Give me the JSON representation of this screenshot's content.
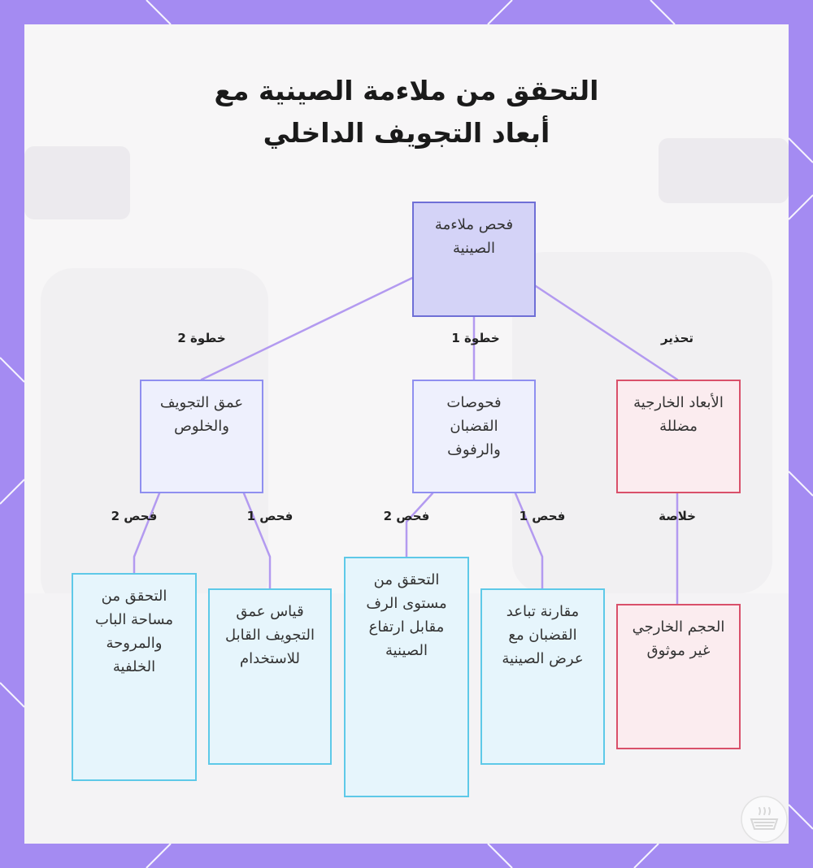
{
  "title": {
    "line1": "التحقق من ملاءمة الصينية مع",
    "line2": "أبعاد التجويف الداخلي"
  },
  "colors": {
    "frame": "#a48bf2",
    "root_fill": "#d4d3f7",
    "root_border": "#6f6fd6",
    "step_fill": "#eef0fd",
    "step_border": "#8f8ff0",
    "leaf_fill": "#e6f5fc",
    "leaf_border": "#5ec9e8",
    "warn_fill": "#fbecef",
    "warn_border": "#d9506a",
    "edge": "#b39af0"
  },
  "nodes": {
    "root": "فحص ملاءمة الصينية",
    "depth": "عمق التجويف والخلوص",
    "rails": "فحوصات القضبان والرفوف",
    "dims": "الأبعاد الخارجية مضللة",
    "door_fan": "التحقق من مساحة الباب والمروحة الخلفية",
    "usable_depth": "قياس عمق التجويف القابل للاستخدام",
    "shelf_level": "التحقق من مستوى الرف مقابل ارتفاع الصينية",
    "rail_spacing": "مقارنة تباعد القضبان مع عرض الصينية",
    "external_volume": "الحجم الخارجي غير موثوق"
  },
  "edge_labels": {
    "step2": "خطوة 2",
    "step1": "خطوة 1",
    "warning": "تحذير",
    "check2_a": "فحص 2",
    "check1_a": "فحص 1",
    "check2_b": "فحص 2",
    "check1_b": "فحص 1",
    "conclusion": "خلاصة"
  },
  "icons": {
    "logo": "fryer-basket-logo-icon"
  }
}
